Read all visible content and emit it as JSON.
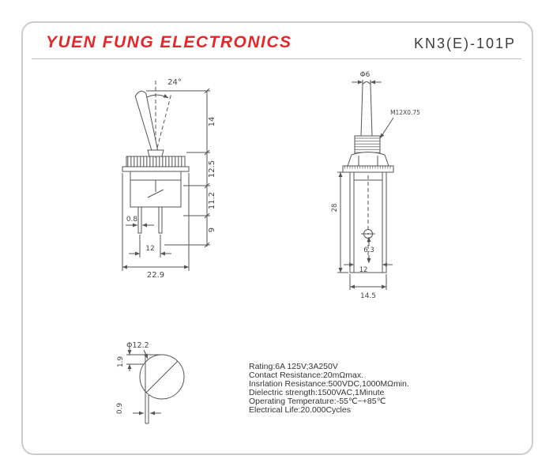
{
  "header": {
    "company": "YUEN FUNG ELECTRONICS",
    "part_number": "KN3(E)-101P"
  },
  "side_view": {
    "angle_label": "24°",
    "height_dims": [
      "14",
      "12.5",
      "11.2",
      "9"
    ],
    "terminal_thickness": "0.8",
    "terminal_pitch": "12",
    "overall_width": "22.9"
  },
  "front_view": {
    "lever_dia": "Φ6",
    "thread_label": "M12X0.75",
    "body_height": "28",
    "hole_offset": "6.3",
    "inner_width": "12",
    "overall_width": "14.5"
  },
  "panel_view": {
    "hole_dia": "Φ12.2",
    "flat_depth": "1.9",
    "keyway_width": "0.9"
  },
  "specs": [
    "Rating:6A 125V;3A250V",
    "Contact Resistance:20mΩmax.",
    "Insrlation Resistance:500VDC,1000MΩmin.",
    "Dielectric strength:1500VAC,1Minute",
    "Operating Temperature:-55℃~+85℃",
    "Electrical Life:20.000Cycles"
  ],
  "colors": {
    "brand_red": "#e8262a",
    "line_gray": "#555555",
    "border_gray": "#cccccc"
  }
}
